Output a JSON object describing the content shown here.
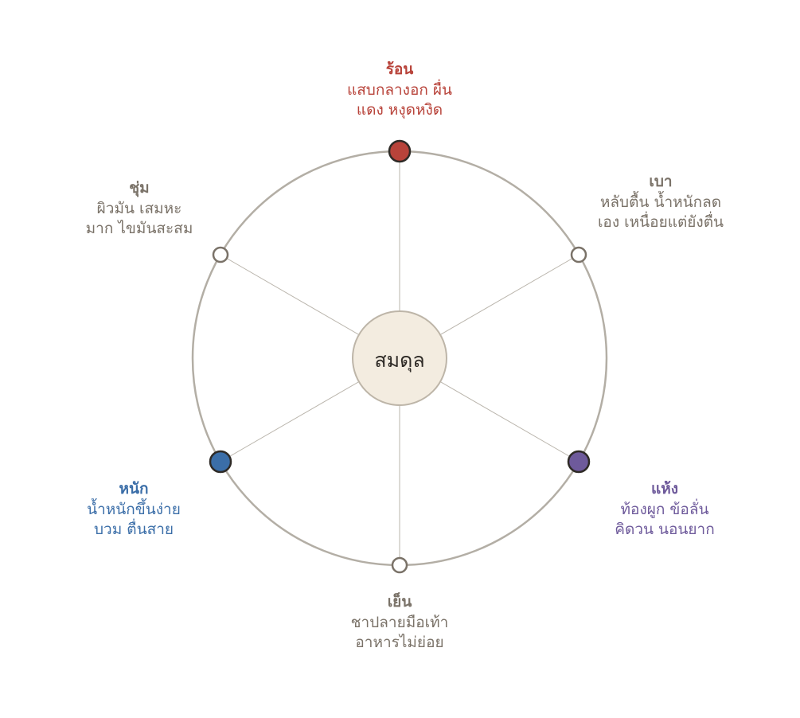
{
  "center": {
    "label": "สมดุล",
    "color": "#f3ece0",
    "border": "#bdb5a8"
  },
  "ring_color": "#b3aea5",
  "states": [
    {
      "id": "hot",
      "title": "ร้อน",
      "line1": "แสบกลางอก ผื่น",
      "line2": "แดง หงุดหงิด",
      "color": "#b8433a",
      "text_color": "#b8433a",
      "filled": true
    },
    {
      "id": "light",
      "title": "เบา",
      "line1": "หลับตื้น น้ำหนักลด",
      "line2": "เอง เหนื่อยแต่ยังตื่น",
      "color": "#7a7268",
      "text_color": "#7a7268",
      "filled": false
    },
    {
      "id": "dry",
      "title": "แห้ง",
      "line1": "ท้องผูก ข้อลั่น",
      "line2": "คิดวน นอนยาก",
      "color": "#6e5a9b",
      "text_color": "#6e5a9b",
      "filled": true
    },
    {
      "id": "cold",
      "title": "เย็น",
      "line1": "ชาปลายมือเท้า",
      "line2": "อาหารไม่ย่อย",
      "color": "#7a7268",
      "text_color": "#7a7268",
      "filled": false
    },
    {
      "id": "heavy",
      "title": "หนัก",
      "line1": "น้ำหนักขึ้นง่าย",
      "line2": "บวม ตื่นสาย",
      "color": "#3b6ea8",
      "text_color": "#3b6ea8",
      "filled": true
    },
    {
      "id": "damp",
      "title": "ชุ่ม",
      "line1": "ผิวมัน เสมหะ",
      "line2": "มาก ไขมันสะสม",
      "color": "#7a7268",
      "text_color": "#7a7268",
      "filled": false
    }
  ]
}
